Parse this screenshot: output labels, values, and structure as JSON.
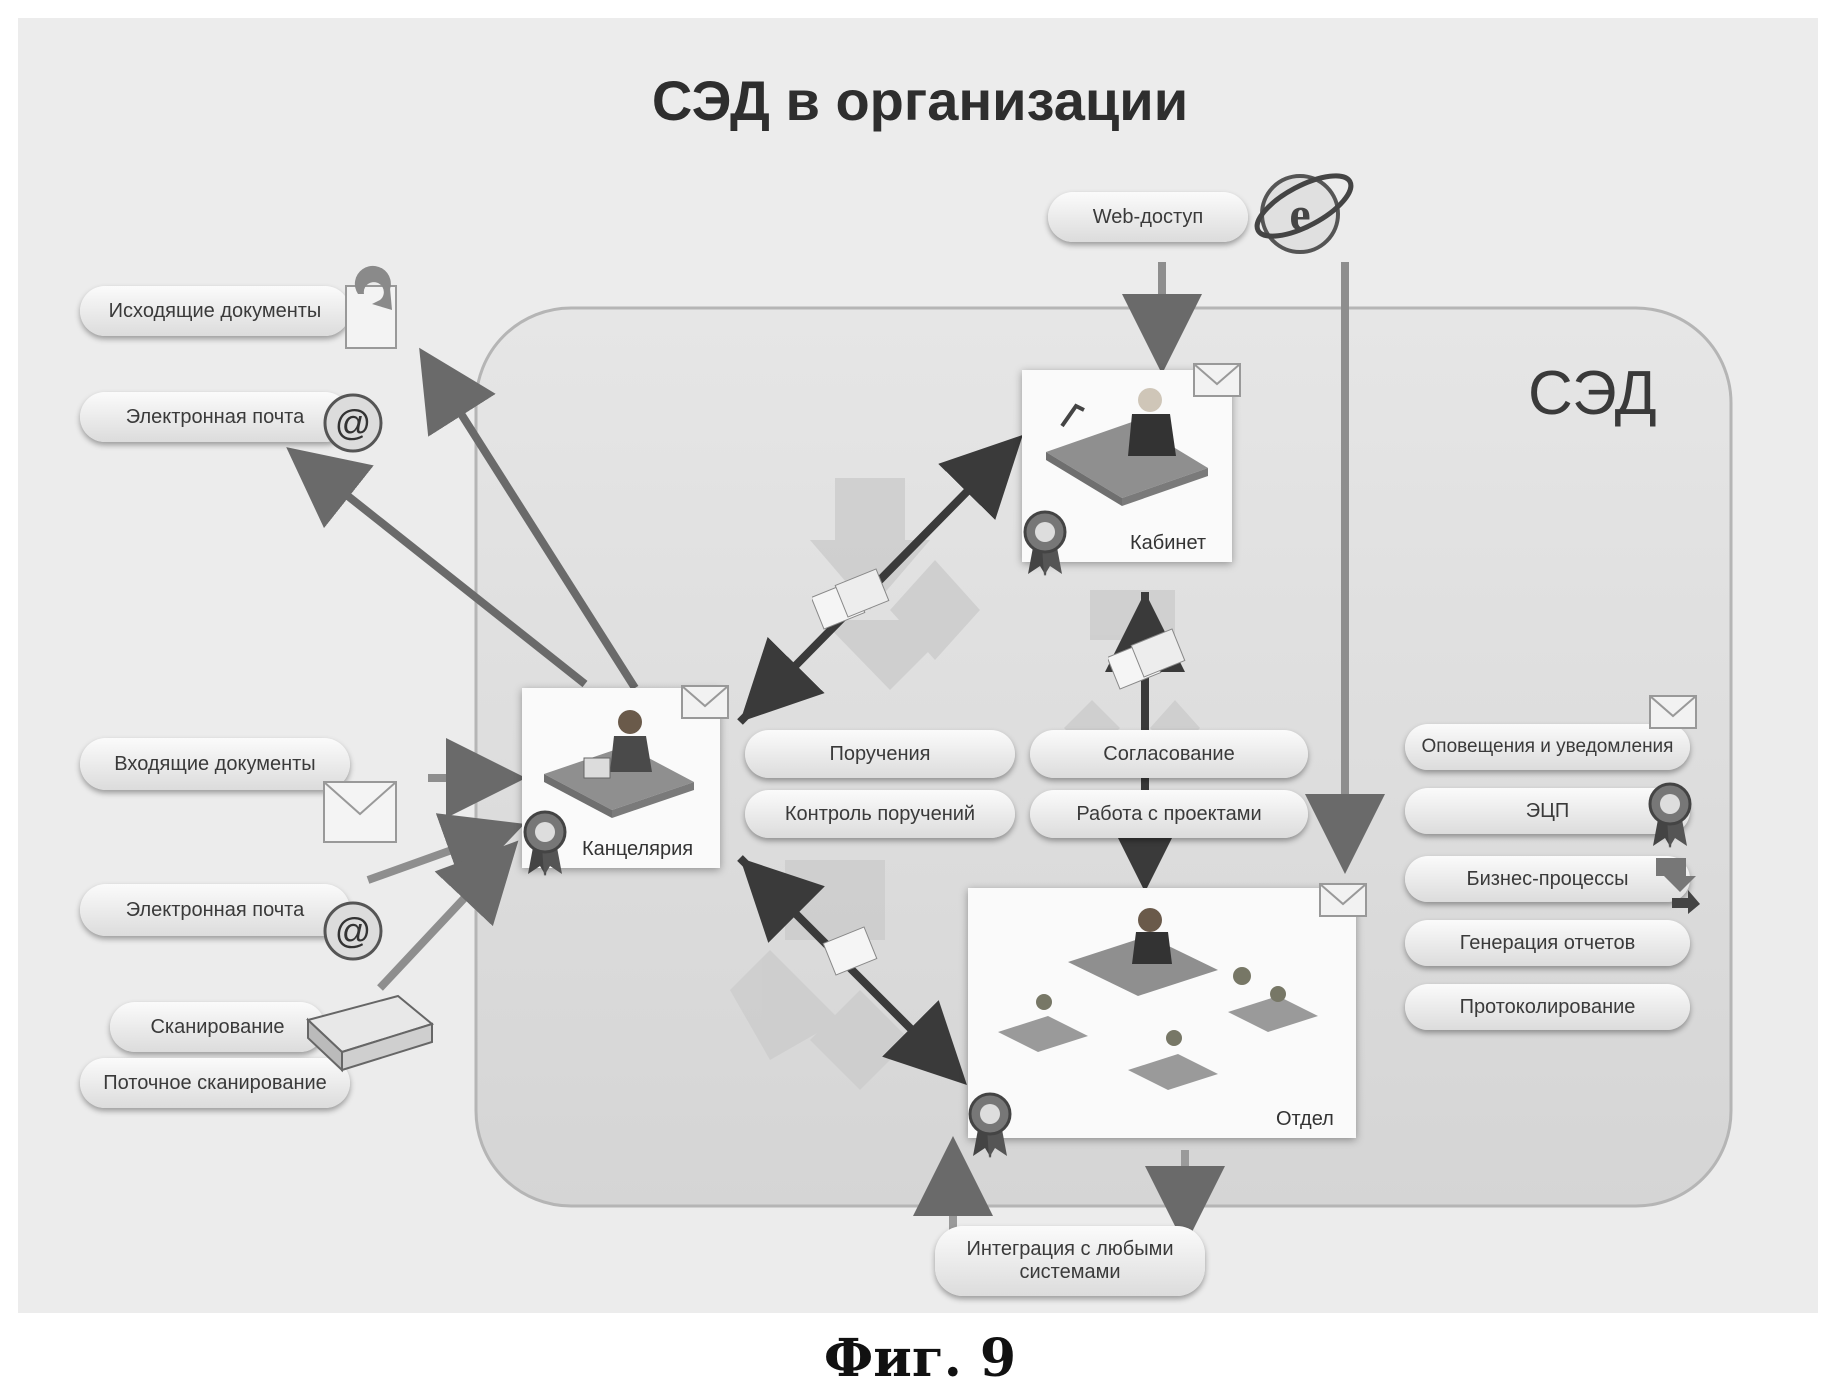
{
  "header": {
    "title": "СЭД в организации"
  },
  "system": {
    "label": "СЭД"
  },
  "left_inputs": {
    "outgoing_docs": "Исходящие документы",
    "email_out": "Электронная почта",
    "incoming_docs": "Входящие документы",
    "email_in": "Электронная почта",
    "scanning": "Сканирование",
    "stream_scanning": "Поточное сканирование"
  },
  "web_access": {
    "label": "Web-доступ"
  },
  "rooms": {
    "office": "Канцелярия",
    "cabinet": "Кабинет",
    "department": "Отдел"
  },
  "functions": {
    "assignments": "Поручения",
    "assignment_control": "Контроль поручений",
    "approval": "Согласование",
    "projects": "Работа с проектами"
  },
  "right_features": [
    "Оповещения и уведомления",
    "ЭЦП",
    "Бизнес-процессы",
    "Генерация отчетов",
    "Протоколирование"
  ],
  "integration": {
    "label": "Интеграция с любыми системами"
  },
  "caption": {
    "figure": "Фиг. 9"
  }
}
